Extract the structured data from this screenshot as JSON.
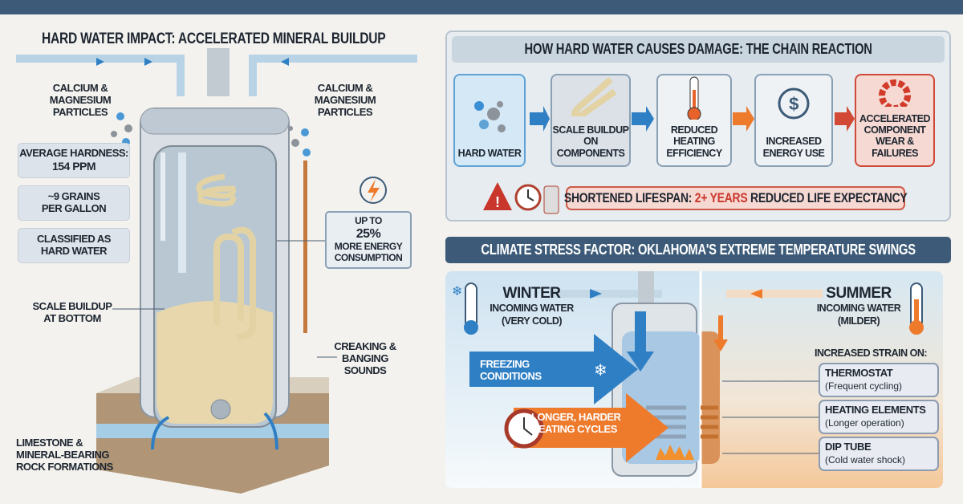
{
  "left": {
    "title": "HARD WATER IMPACT: ACCELERATED MINERAL BUILDUP",
    "particles_left": "CALCIUM & MAGNESIUM PARTICLES",
    "particles_right": "CALCIUM & MAGNESIUM PARTICLES",
    "facts": [
      {
        "line1": "AVERAGE HARDNESS:",
        "line2": "154 ppm"
      },
      {
        "line1": "~9 GRAINS",
        "line2": "PER GALLON"
      },
      {
        "line1": "CLASSIFIED AS",
        "line2": "HARD WATER"
      }
    ],
    "energy": {
      "line1": "UP TO",
      "value": "25%",
      "line2": "MORE ENERGY",
      "line3": "CONSUMPTION"
    },
    "scale": "SCALE BUILDUP AT BOTTOM",
    "sounds": "CREAKING & BANGING SOUNDS",
    "rock": "LIMESTONE & MINERAL-BEARING ROCK FORMATIONS"
  },
  "chain": {
    "title": "HOW HARD WATER CAUSES DAMAGE: THE CHAIN REACTION",
    "steps": [
      "HARD WATER",
      "SCALE BUILDUP ON COMPONENTS",
      "REDUCED HEATING EFFICIENCY",
      "INCREASED ENERGY USE",
      "ACCELERATED COMPONENT WEAR & FAILURES"
    ],
    "lifespan_prefix": "SHORTENED LIFESPAN: ",
    "lifespan_highlight": "2+ YEARS",
    "lifespan_suffix": " REDUCED LIFE EXPECTANCY"
  },
  "climate": {
    "title": "CLIMATE STRESS FACTOR: OKLAHOMA'S EXTREME TEMPERATURE SWINGS",
    "winter": {
      "title": "WINTER",
      "line1": "INCOMING WATER",
      "line2": "(VERY COLD)"
    },
    "summer": {
      "title": "SUMMER",
      "line1": "INCOMING WATER",
      "line2": "(MILDER)"
    },
    "freezing": "FREEZING CONDITIONS",
    "longer": "LONGER, HARDER HEATING CYCLES",
    "strain_title": "INCREASED STRAIN ON:",
    "strain": [
      {
        "name": "THERMOSTAT",
        "detail": "(Frequent cycling)"
      },
      {
        "name": "HEATING ELEMENTS",
        "detail": "(Longer operation)"
      },
      {
        "name": "DIP TUBE",
        "detail": "(Cold water shock)"
      }
    ]
  },
  "colors": {
    "navy": "#3d5b78",
    "blue": "#2f7fc4",
    "orange": "#ee7a2c",
    "red": "#c9362b"
  }
}
